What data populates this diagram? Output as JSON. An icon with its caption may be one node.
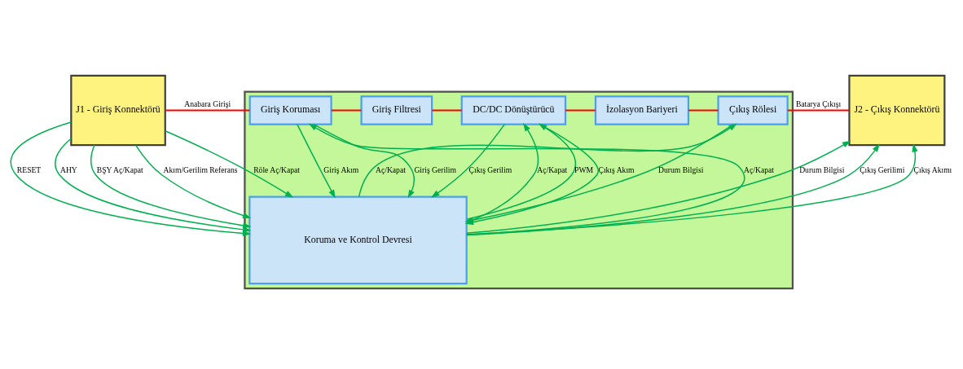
{
  "diagram": {
    "nodes": [
      {
        "text": [],
        "shape": "box"
      },
      {
        "text": [
          "J1 - Giriş Konnektörü"
        ]
      },
      {
        "text": [
          "Giriş Koruması"
        ],
        "in": 0
      },
      {
        "text": [
          "Giriş Filtresi"
        ],
        "in": 0
      },
      {
        "text": [
          "DC/DC Dönüştürücü"
        ],
        "in": 0
      },
      {
        "text": [
          "İzolasyon Bariyeri"
        ],
        "in": 0
      },
      {
        "text": [
          "Çıkış Rölesi"
        ],
        "in": 0
      },
      {
        "text": [
          "J2 - Çıkış Konnektörü"
        ]
      },
      {
        "text": [
          "Koruma ve Kontrol Devresi"
        ],
        "in": 0
      }
    ],
    "edges": [
      {
        "from": 1,
        "to": 2,
        "arrow": "none",
        "label": "Anabara Girişi",
        "color": "#ff0000"
      },
      {
        "from": 2,
        "to": 3,
        "arrow": "none",
        "color": "#ff0000"
      },
      {
        "from": 3,
        "to": 4,
        "arrow": "none",
        "color": "#ff0000"
      },
      {
        "from": 4,
        "to": 5,
        "arrow": "none",
        "color": "#ff0000"
      },
      {
        "from": 5,
        "to": 6,
        "arrow": "none",
        "color": "#ff0000"
      },
      {
        "from": 6,
        "to": 7,
        "arrow": "none",
        "label": "Batarya Çıkışı",
        "color": "#ff0000"
      },
      {
        "from": 2,
        "to": 8,
        "arrow": "to",
        "label": "Giriş Akım"
      },
      {
        "from": 8,
        "to": 2,
        "arrow": "to",
        "label": "Aç/Kapat"
      },
      {
        "from": 2,
        "to": 8,
        "arrow": "to",
        "label": "Giriş Gerilim"
      },
      {
        "from": 8,
        "to": 4,
        "arrow": "to",
        "label": "Aç/Kapat"
      },
      {
        "from": 8,
        "to": 4,
        "arrow": "to",
        "label": "PWM"
      },
      {
        "from": 4,
        "to": 8,
        "arrow": "to",
        "label": "Çıkış Gerilim"
      },
      {
        "from": 4,
        "to": 8,
        "arrow": "to",
        "label": "Çıkış Akım"
      },
      {
        "from": 8,
        "to": 6,
        "arrow": "to",
        "label": "Aç/Kapat"
      },
      {
        "from": 6,
        "to": 8,
        "arrow": "to",
        "label": "Durum Bilgisi"
      },
      {
        "from": 1,
        "to": 8,
        "arrow": "to",
        "label": "RESET"
      },
      {
        "from": 1,
        "to": 8,
        "arrow": "to",
        "label": "AHY"
      },
      {
        "from": 1,
        "to": 8,
        "arrow": "to",
        "label": "BŞY Aç/Kapat"
      },
      {
        "from": 1,
        "to": 8,
        "arrow": "to",
        "label": "Akım/Gerilim Referans"
      },
      {
        "from": 1,
        "to": 8,
        "arrow": "to",
        "label": "Röle Aç/Kapat"
      },
      {
        "from": 8,
        "to": 7,
        "arrow": "to",
        "label": "Durum Bilgisi"
      },
      {
        "from": 8,
        "to": 7,
        "arrow": "to",
        "label": "Çıkış Gerilimi"
      },
      {
        "from": 8,
        "to": 7,
        "arrow": "to",
        "label": "Çıkış Akımı"
      }
    ]
  }
}
